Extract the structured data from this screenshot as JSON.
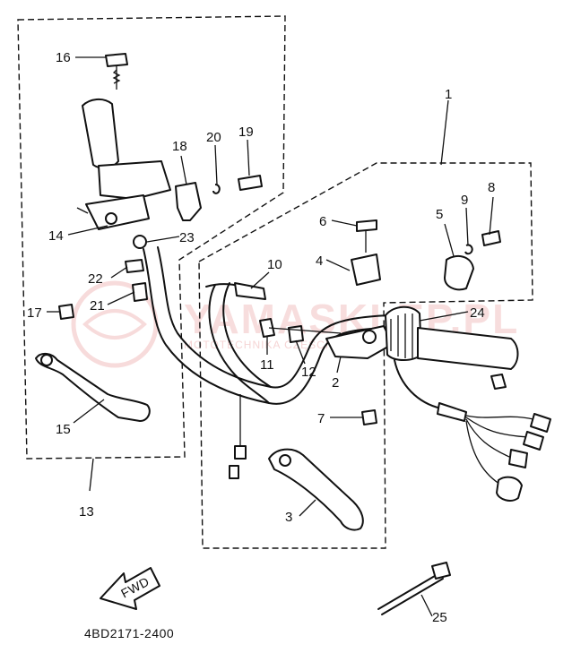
{
  "diagram": {
    "code": "4BD2171-2400",
    "fwd_label": "FWD",
    "watermark": {
      "main": "YAMASKLEP.PL",
      "sub": "MOTOTECHNIKA CZĘŚCI YAMAHA"
    },
    "callouts": [
      "1",
      "2",
      "3",
      "4",
      "5",
      "6",
      "7",
      "8",
      "9",
      "10",
      "11",
      "12",
      "13",
      "14",
      "15",
      "16",
      "17",
      "18",
      "19",
      "20",
      "21",
      "22",
      "23",
      "24",
      "25"
    ]
  }
}
